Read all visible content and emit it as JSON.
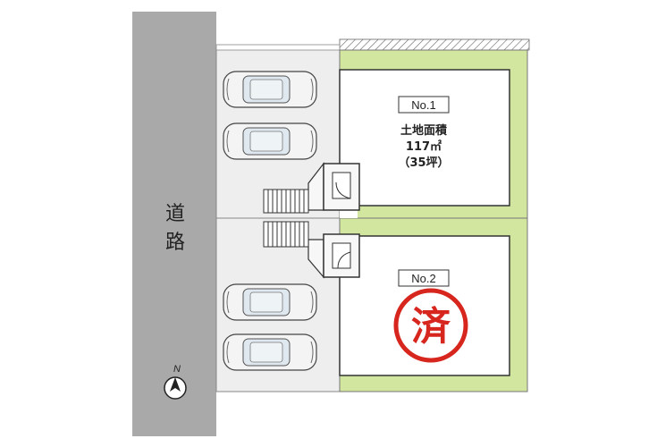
{
  "road": {
    "label_1": "道",
    "label_2": "路"
  },
  "lots": [
    {
      "number": "No.1",
      "area_heading": "土地面積",
      "area_m2": "117㎡",
      "area_tsubo": "（35坪）"
    },
    {
      "number": "No.2",
      "stamp": "済"
    }
  ],
  "compass": {
    "label": "N"
  },
  "colors": {
    "road": "#a9a9a9",
    "parking": "#eeeeee",
    "lawn": "#d3e6a0",
    "sold_stamp": "#d7261e"
  }
}
